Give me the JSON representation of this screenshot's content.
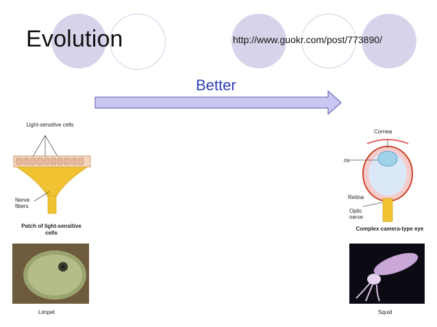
{
  "slide": {
    "title": "Evolution",
    "source_url": "http://www.guokr.com/post/773890/",
    "arrow_label": "Better"
  },
  "left_figure": {
    "label_cells": "Light-sensitive cells",
    "label_nerve": "Nerve fibers",
    "caption": "Patch of light-sensitive cells",
    "photo_caption": "Limpet"
  },
  "right_figure": {
    "label_cornea": "Cornea",
    "label_lens": "ns",
    "label_retina": "Retina",
    "label_optic": "Optic nerve",
    "caption": "Complex camera-type eye",
    "photo_caption": "Squid"
  },
  "colors": {
    "circle_fill": "#d6d3ea",
    "circle_ring": "#d0cde6",
    "arrow_fill": "#c9c7f2",
    "arrow_stroke": "#6e6eb8",
    "label_color": "#2f3fb5"
  }
}
